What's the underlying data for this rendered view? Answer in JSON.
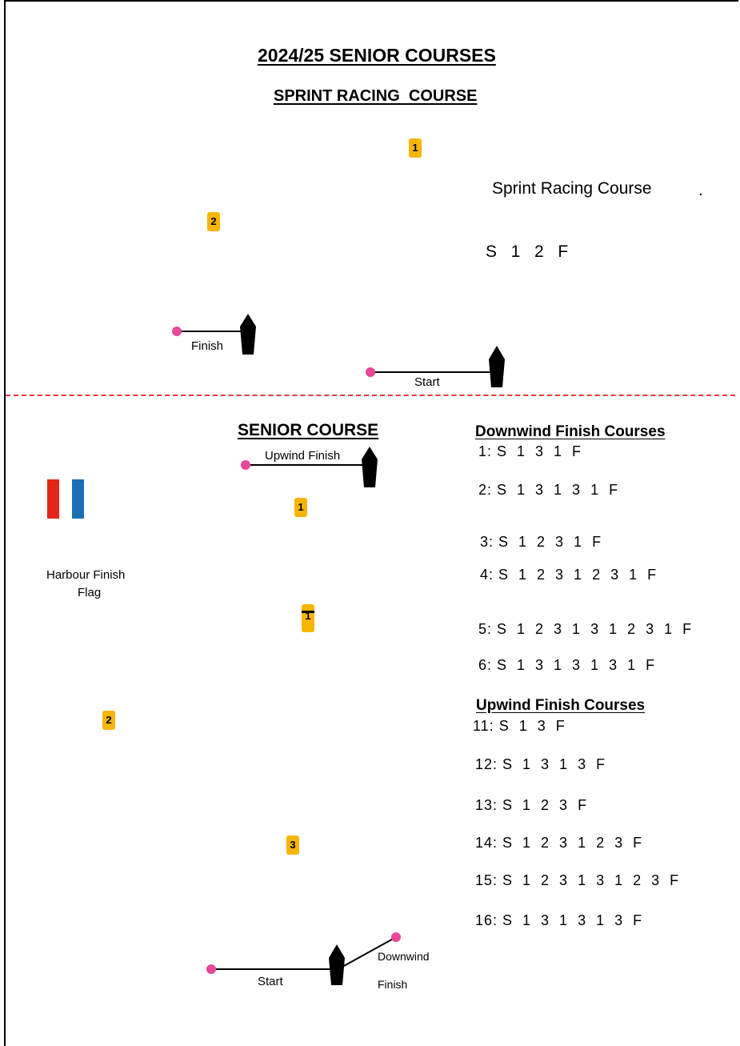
{
  "header": {
    "title": "2024/25 SENIOR COURSES",
    "sprint_heading": "SPRINT RACING  COURSE"
  },
  "sprint": {
    "label": "Sprint Racing Course",
    "dot": ".",
    "sequence": "S  1  2  F",
    "marks": [
      "1",
      "2"
    ],
    "finish_label": "Finish",
    "start_label": "Start"
  },
  "senior": {
    "heading": "SENIOR COURSE",
    "upwind_finish_label": "Upwind Finish",
    "harbour_flag_label_1": "Harbour Finish",
    "harbour_flag_label_2": "Flag",
    "marks": [
      "1",
      "1",
      "2",
      "3"
    ],
    "start_label": "Start",
    "downwind_label_1": "Downwind",
    "downwind_label_2": "Finish",
    "flag_colors": [
      "#e32619",
      "#1a6fb5"
    ]
  },
  "downwind_courses": {
    "heading": "Downwind Finish Courses",
    "items": [
      "1: S  1  3  1  F",
      "2: S  1  3  1  3  1  F",
      "3: S  1  2  3  1  F",
      "4: S  1  2  3  1  2  3  1  F",
      "5: S  1  2  3  1  3  1  2  3  1  F",
      "6: S  1  3  1  3  1  3  1  F"
    ]
  },
  "upwind_courses": {
    "heading": "Upwind Finish Courses",
    "items": [
      "11: S  1  3  F",
      "12: S  1  3  1  3  F",
      "13: S  1  2  3  F",
      "14: S  1  2  3  1  2  3  F",
      "15: S  1  2  3  1  3  1  2  3  F",
      "16: S  1  3  1  3  1  3  F"
    ]
  },
  "colors": {
    "mark": "#f7b500",
    "pin": "#e8479a",
    "divider": "#e33b3b"
  }
}
